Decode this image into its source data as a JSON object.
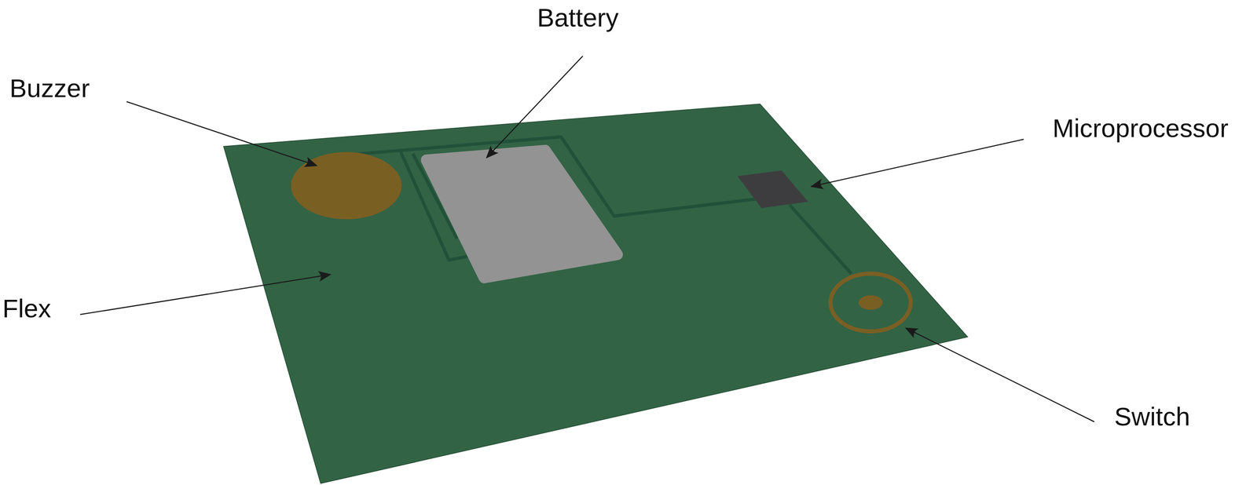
{
  "diagram": {
    "labels": [
      "Battery",
      "Buzzer",
      "Microprocessor",
      "Flex",
      "Switch"
    ]
  }
}
